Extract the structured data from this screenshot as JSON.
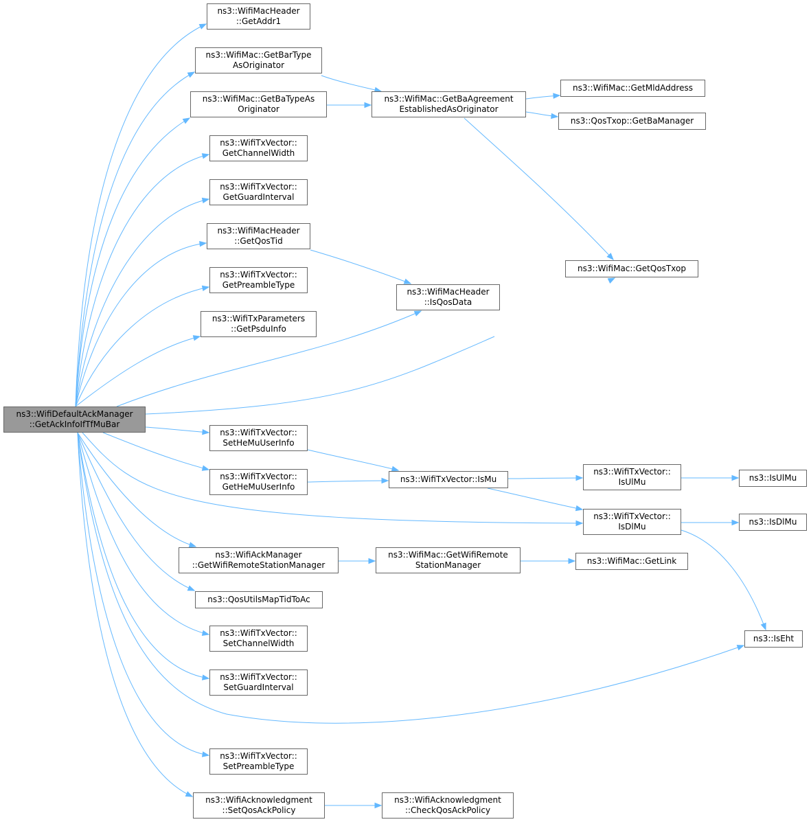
{
  "diagram": {
    "edge_color": "#63b8ff",
    "root_fill": "#999999",
    "nodes": [
      {
        "id": "root",
        "lines": [
          "ns3::WifiDefaultAckManager",
          "::GetAckInfoIfTfMuBar"
        ]
      },
      {
        "id": "getaddr1",
        "lines": [
          "ns3::WifiMacHeader",
          "::GetAddr1"
        ]
      },
      {
        "id": "getbartype",
        "lines": [
          "ns3::WifiMac::GetBarType",
          "AsOriginator"
        ]
      },
      {
        "id": "getbatype",
        "lines": [
          "ns3::WifiMac::GetBaTypeAs",
          "Originator"
        ]
      },
      {
        "id": "getbaagree",
        "lines": [
          "ns3::WifiMac::GetBaAgreement",
          "EstablishedAsOriginator"
        ]
      },
      {
        "id": "getmld",
        "lines": [
          "ns3::WifiMac::GetMldAddress"
        ]
      },
      {
        "id": "getbamgr",
        "lines": [
          "ns3::QosTxop::GetBaManager"
        ]
      },
      {
        "id": "getchw",
        "lines": [
          "ns3::WifiTxVector::",
          "GetChannelWidth"
        ]
      },
      {
        "id": "getgi",
        "lines": [
          "ns3::WifiTxVector::",
          "GetGuardInterval"
        ]
      },
      {
        "id": "getqostid",
        "lines": [
          "ns3::WifiMacHeader",
          "::GetQosTid"
        ]
      },
      {
        "id": "getqostxop",
        "lines": [
          "ns3::WifiMac::GetQosTxop"
        ]
      },
      {
        "id": "getpreamble",
        "lines": [
          "ns3::WifiTxVector::",
          "GetPreambleType"
        ]
      },
      {
        "id": "isqosdata",
        "lines": [
          "ns3::WifiMacHeader",
          "::IsQosData"
        ]
      },
      {
        "id": "getpsdu",
        "lines": [
          "ns3::WifiTxParameters",
          "::GetPsduInfo"
        ]
      },
      {
        "id": "sethemu",
        "lines": [
          "ns3::WifiTxVector::",
          "SetHeMuUserInfo"
        ]
      },
      {
        "id": "gethemu",
        "lines": [
          "ns3::WifiTxVector::",
          "GetHeMuUserInfo"
        ]
      },
      {
        "id": "ismu",
        "lines": [
          "ns3::WifiTxVector::IsMu"
        ]
      },
      {
        "id": "isulmu",
        "lines": [
          "ns3::WifiTxVector::",
          "IsUlMu"
        ]
      },
      {
        "id": "isulmu2",
        "lines": [
          "ns3::IsUlMu"
        ]
      },
      {
        "id": "isdlmu",
        "lines": [
          "ns3::WifiTxVector::",
          "IsDlMu"
        ]
      },
      {
        "id": "isdlmu2",
        "lines": [
          "ns3::IsDlMu"
        ]
      },
      {
        "id": "ackgetrsm",
        "lines": [
          "ns3::WifiAckManager",
          "::GetWifiRemoteStationManager"
        ]
      },
      {
        "id": "macgetrsm",
        "lines": [
          "ns3::WifiMac::GetWifiRemote",
          "StationManager"
        ]
      },
      {
        "id": "getlink",
        "lines": [
          "ns3::WifiMac::GetLink"
        ]
      },
      {
        "id": "maptid",
        "lines": [
          "ns3::QosUtilsMapTidToAc"
        ]
      },
      {
        "id": "setchw",
        "lines": [
          "ns3::WifiTxVector::",
          "SetChannelWidth"
        ]
      },
      {
        "id": "iseht",
        "lines": [
          "ns3::IsEht"
        ]
      },
      {
        "id": "setgi",
        "lines": [
          "ns3::WifiTxVector::",
          "SetGuardInterval"
        ]
      },
      {
        "id": "setpreamble",
        "lines": [
          "ns3::WifiTxVector::",
          "SetPreambleType"
        ]
      },
      {
        "id": "setqosack",
        "lines": [
          "ns3::WifiAcknowledgment",
          "::SetQosAckPolicy"
        ]
      },
      {
        "id": "checkqosack",
        "lines": [
          "ns3::WifiAcknowledgment",
          "::CheckQosAckPolicy"
        ]
      }
    ],
    "edges": [
      [
        "root",
        "getaddr1"
      ],
      [
        "root",
        "getbartype"
      ],
      [
        "root",
        "getbatype"
      ],
      [
        "root",
        "getchw"
      ],
      [
        "root",
        "getgi"
      ],
      [
        "root",
        "getqostid"
      ],
      [
        "root",
        "getpreamble"
      ],
      [
        "root",
        "getpsdu"
      ],
      [
        "root",
        "isqosdata"
      ],
      [
        "root",
        "getqostxop"
      ],
      [
        "root",
        "sethemu"
      ],
      [
        "root",
        "gethemu"
      ],
      [
        "root",
        "isdlmu"
      ],
      [
        "root",
        "ackgetrsm"
      ],
      [
        "root",
        "maptid"
      ],
      [
        "root",
        "setchw"
      ],
      [
        "root",
        "setgi"
      ],
      [
        "root",
        "iseht"
      ],
      [
        "root",
        "setpreamble"
      ],
      [
        "root",
        "setqosack"
      ],
      [
        "getbartype",
        "getbaagree"
      ],
      [
        "getbatype",
        "getbaagree"
      ],
      [
        "getbaagree",
        "getmld"
      ],
      [
        "getbaagree",
        "getbamgr"
      ],
      [
        "getbaagree",
        "getqostxop"
      ],
      [
        "getqostid",
        "isqosdata"
      ],
      [
        "sethemu",
        "ismu"
      ],
      [
        "gethemu",
        "ismu"
      ],
      [
        "ismu",
        "isulmu"
      ],
      [
        "ismu",
        "isdlmu"
      ],
      [
        "isulmu",
        "isulmu2"
      ],
      [
        "isdlmu",
        "isdlmu2"
      ],
      [
        "isdlmu",
        "iseht"
      ],
      [
        "ackgetrsm",
        "macgetrsm"
      ],
      [
        "macgetrsm",
        "getlink"
      ],
      [
        "setqosack",
        "checkqosack"
      ]
    ]
  }
}
